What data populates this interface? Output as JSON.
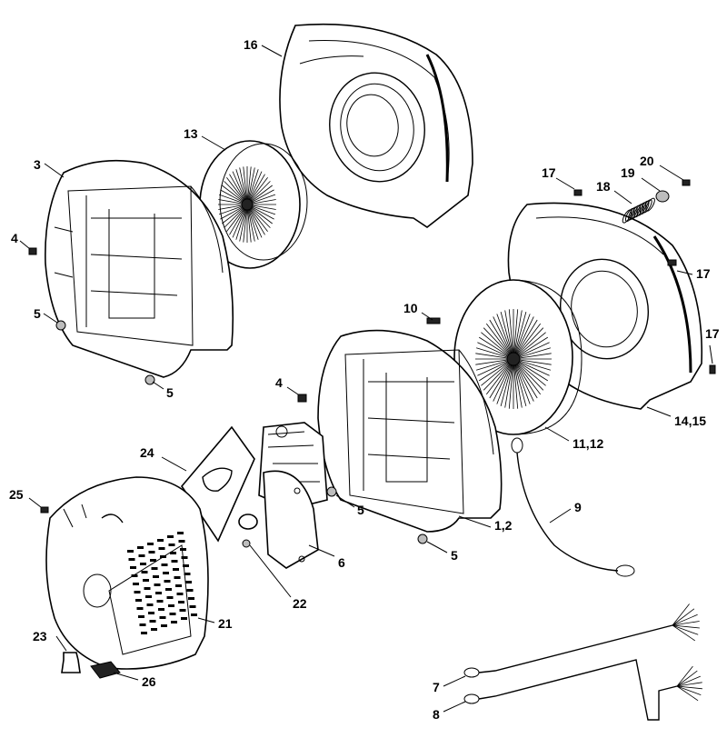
{
  "callouts": [
    {
      "id": "c16",
      "text": "16"
    },
    {
      "id": "c13",
      "text": "13"
    },
    {
      "id": "c3",
      "text": "3"
    },
    {
      "id": "c4a",
      "text": "4"
    },
    {
      "id": "c5a",
      "text": "5"
    },
    {
      "id": "c5b",
      "text": "5"
    },
    {
      "id": "c17a",
      "text": "17"
    },
    {
      "id": "c20",
      "text": "20"
    },
    {
      "id": "c19",
      "text": "19"
    },
    {
      "id": "c18",
      "text": "18"
    },
    {
      "id": "c17b",
      "text": "17"
    },
    {
      "id": "c17c",
      "text": "17"
    },
    {
      "id": "c10",
      "text": "10"
    },
    {
      "id": "c4b",
      "text": "4"
    },
    {
      "id": "c14_15",
      "text": "14,15"
    },
    {
      "id": "c11_12",
      "text": "11,12"
    },
    {
      "id": "c24",
      "text": "24"
    },
    {
      "id": "c25",
      "text": "25"
    },
    {
      "id": "c5c",
      "text": "5"
    },
    {
      "id": "c1_2",
      "text": "1,2"
    },
    {
      "id": "c9",
      "text": "9"
    },
    {
      "id": "c5d",
      "text": "5"
    },
    {
      "id": "c6",
      "text": "6"
    },
    {
      "id": "c22",
      "text": "22"
    },
    {
      "id": "c21",
      "text": "21"
    },
    {
      "id": "c23",
      "text": "23"
    },
    {
      "id": "c26",
      "text": "26"
    },
    {
      "id": "c7",
      "text": "7"
    },
    {
      "id": "c8",
      "text": "8"
    }
  ]
}
